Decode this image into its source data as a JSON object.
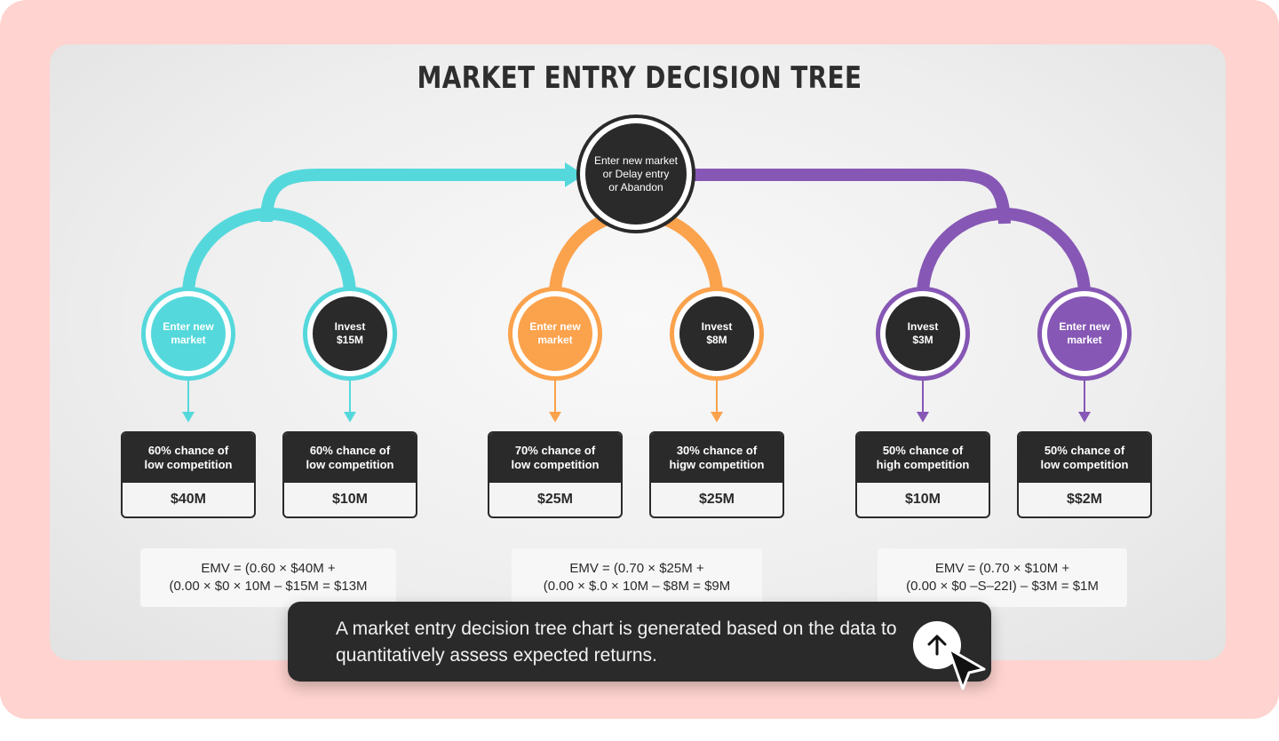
{
  "title": "MARKET ENTRY DECISION TREE",
  "colors": {
    "teal": "#55d8dc",
    "orange": "#fba24c",
    "purple": "#8657b5",
    "dark": "#2a2a2a",
    "background": "#ffd3cf"
  },
  "root": {
    "label": "Enter new market\nor Delay entry\nor Abandon"
  },
  "nodes": [
    {
      "label": "Enter new\nmarket",
      "branch": "teal",
      "style": "filled"
    },
    {
      "label": "Invest\n$15M",
      "branch": "teal",
      "style": "dark"
    },
    {
      "label": "Enter new\nmarket",
      "branch": "orange",
      "style": "filled"
    },
    {
      "label": "Invest\n$8M",
      "branch": "orange",
      "style": "dark"
    },
    {
      "label": "Invest\n$3M",
      "branch": "purple",
      "style": "dark"
    },
    {
      "label": "Enter new\nmarket",
      "branch": "purple",
      "style": "filled"
    }
  ],
  "outcomes": [
    {
      "label": "60% chance of\nlow competition",
      "value": "$40M"
    },
    {
      "label": "60% chance of\nlow competition",
      "value": "$10M"
    },
    {
      "label": "70% chance of\nlow competition",
      "value": "$25M"
    },
    {
      "label": "30% chance of\nhigw competition",
      "value": "$25M"
    },
    {
      "label": "50% chance of\nhigh competition",
      "value": "$10M"
    },
    {
      "label": "50% chance of\nlow competition",
      "value": "$$2M"
    }
  ],
  "emv": [
    {
      "text": "EMV = (0.60 × $40M +\n(0.00 × $0 × 10M – $15M = $13M"
    },
    {
      "text": "EMV = (0.70 × $25M +\n(0.00 × $.0 × 10M – $8M = $9M"
    },
    {
      "text": "EMV = (0.70 × $10M +\n(0.00 × $0 –S–22I) – $3M = $1M"
    }
  ],
  "caption": {
    "text": "A market entry decision tree chart is generated based on the data to quantitatively assess expected returns."
  },
  "icons": {
    "send": "arrow-up-icon",
    "cursor": "pointer-cursor-icon"
  }
}
